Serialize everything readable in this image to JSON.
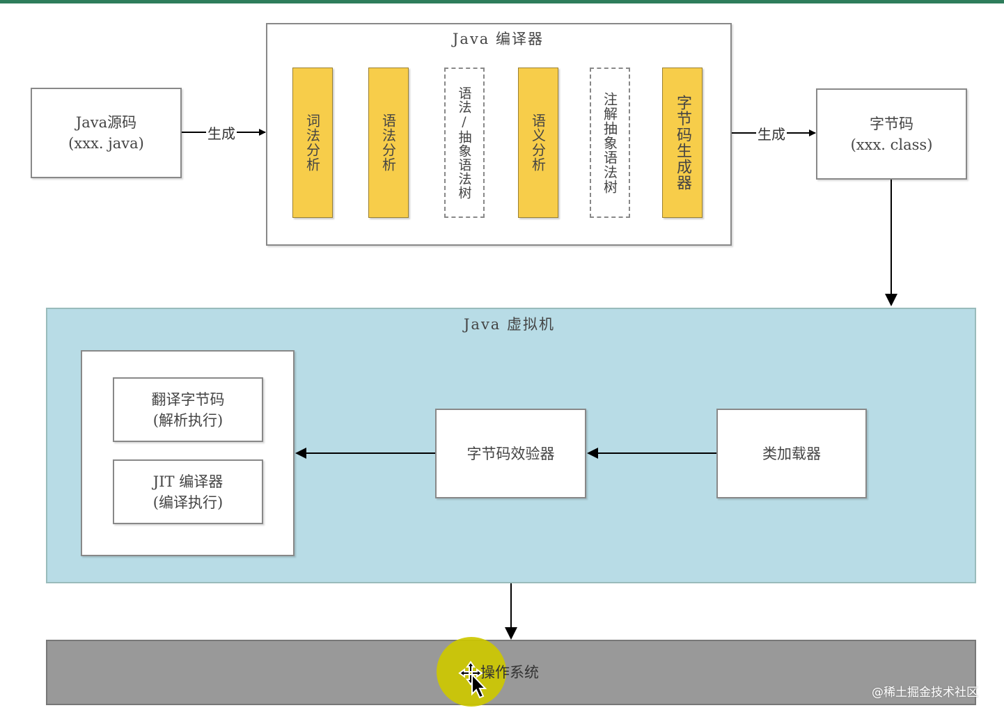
{
  "source": {
    "line1": "Java源码",
    "line2": "(xxx. java)"
  },
  "compiler": {
    "title": "Java 编译器",
    "stages": [
      {
        "label": "词法分析",
        "style": "solid"
      },
      {
        "label": "语法分析",
        "style": "solid"
      },
      {
        "label": "语法/抽象语法树",
        "style": "dashed"
      },
      {
        "label": "语义分析",
        "style": "solid"
      },
      {
        "label": "注解抽象语法树",
        "style": "dashed"
      },
      {
        "label": "字节码生成器",
        "style": "solid"
      }
    ]
  },
  "arrows": {
    "generate_left": "生成",
    "generate_right": "生成"
  },
  "bytecode": {
    "line1": "字节码",
    "line2": "(xxx. class)"
  },
  "jvm": {
    "title": "Java 虚拟机",
    "interpreter": {
      "line1": "翻译字节码",
      "line2": "(解析执行)"
    },
    "jit": {
      "line1": "JIT 编译器",
      "line2": "(编译执行)"
    },
    "verifier": "字节码效验器",
    "classloader": "类加载器"
  },
  "os": {
    "label": "操作系统"
  },
  "watermark": "@稀土掘金技术社区",
  "colors": {
    "stage_fill": "#f7cd4a",
    "jvm_bg": "#b8dce6",
    "os_bg": "#999999",
    "highlight": "#cdc800"
  }
}
